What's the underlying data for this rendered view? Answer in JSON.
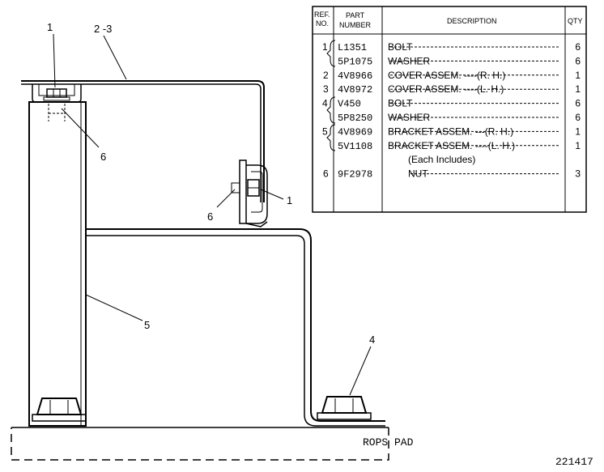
{
  "callouts": {
    "c1_top": "1",
    "c2_3": "2 -3",
    "c6_left": "6",
    "c6_lower": "6",
    "c1_right": "1",
    "c5": "5",
    "c4": "4"
  },
  "pad_label": "ROPS PAD",
  "figure_number": "221417",
  "parts_table": {
    "headers": {
      "ref_no_line1": "REF.",
      "ref_no_line2": "NO.",
      "part_number_line1": "PART",
      "part_number_line2": "NUMBER",
      "description": "DESCRIPTION",
      "qty": "QTY"
    },
    "rows": [
      {
        "ref": "1",
        "part": "L1351",
        "desc": "BOLT",
        "qty": "6"
      },
      {
        "ref": "",
        "part": "5P1075",
        "desc": "WASHER",
        "qty": "6"
      },
      {
        "ref": "2",
        "part": "4V8966",
        "desc": "COVER ASSEM. ----(R. H.)",
        "qty": "1"
      },
      {
        "ref": "3",
        "part": "4V8972",
        "desc": "COVER ASSEM. ----(L. H.)",
        "qty": "1"
      },
      {
        "ref": "4",
        "part": "V450",
        "desc": "BOLT",
        "qty": "6"
      },
      {
        "ref": "",
        "part": "5P8250",
        "desc": "WASHER",
        "qty": "6"
      },
      {
        "ref": "5",
        "part": "4V8969",
        "desc": "BRACKET ASSEM. ---(R. H.)",
        "qty": "1"
      },
      {
        "ref": "",
        "part": "5V1108",
        "desc": "BRACKET ASSEM. ----(L. H.)",
        "qty": "1"
      },
      {
        "ref": "",
        "part": "",
        "desc": "(Each Includes)",
        "qty": ""
      },
      {
        "ref": "6",
        "part": "9F2978",
        "desc": "NUT",
        "qty": "3"
      }
    ]
  }
}
